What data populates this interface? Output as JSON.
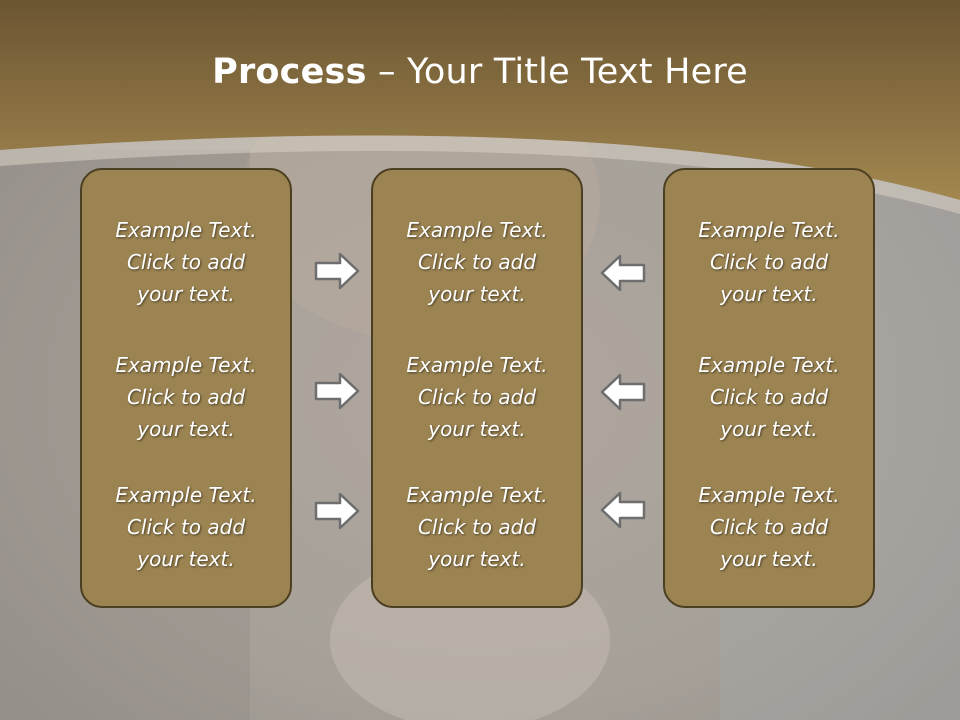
{
  "title": {
    "bold": "Process",
    "rest": " – Your Title Text Here"
  },
  "columns": [
    {
      "items": [
        [
          "Example Text.",
          "Click  to add",
          "your text."
        ],
        [
          "Example Text.",
          "Click  to add",
          "your text."
        ],
        [
          "Example Text.",
          "Click  to add",
          "your text."
        ]
      ]
    },
    {
      "items": [
        [
          "Example Text.",
          "Click  to add",
          "your text."
        ],
        [
          "Example Text.",
          "Click  to add",
          "your text."
        ],
        [
          "Example Text.",
          "Click  to add",
          "your text."
        ]
      ]
    },
    {
      "items": [
        [
          "Example Text.",
          "Click  to add",
          "your text."
        ],
        [
          "Example Text.",
          "Click  to add",
          "your text."
        ],
        [
          "Example Text.",
          "Click  to add",
          "your text."
        ]
      ]
    }
  ],
  "arrows": {
    "left": [
      "right-arrow-icon",
      "right-arrow-icon",
      "right-arrow-icon"
    ],
    "right": [
      "left-arrow-icon",
      "left-arrow-icon",
      "left-arrow-icon"
    ]
  },
  "colors": {
    "header": "#7a6238",
    "box": "#9c8452",
    "box_border": "#4c3e20",
    "text": "#ffffff"
  }
}
